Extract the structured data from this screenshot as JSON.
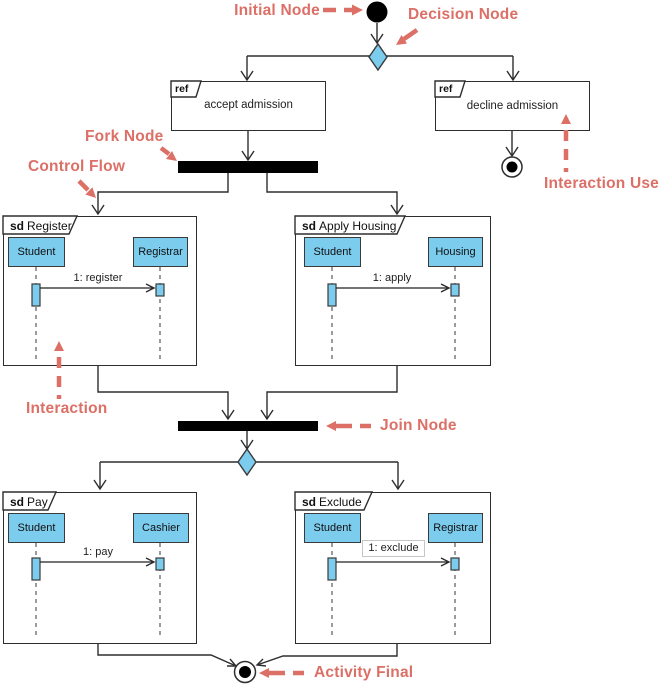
{
  "annotations": {
    "initial_node": "Initial Node",
    "decision_node": "Decision Node",
    "fork_node": "Fork Node",
    "control_flow": "Control Flow",
    "interaction_use": "Interaction Use",
    "interaction": "Interaction",
    "join_node": "Join Node",
    "activity_final": "Activity Final"
  },
  "refs": [
    {
      "keyword": "ref",
      "name": "accept admission"
    },
    {
      "keyword": "ref",
      "name": "decline admission"
    }
  ],
  "frames": [
    {
      "keyword": "sd",
      "title": "Register",
      "left_lifeline": "Student",
      "right_lifeline": "Registrar",
      "message": "1: register"
    },
    {
      "keyword": "sd",
      "title": "Apply Housing",
      "left_lifeline": "Student",
      "right_lifeline": "Housing",
      "message": "1: apply"
    },
    {
      "keyword": "sd",
      "title": "Pay",
      "left_lifeline": "Student",
      "right_lifeline": "Cashier",
      "message": "1: pay"
    },
    {
      "keyword": "sd",
      "title": "Exclude",
      "left_lifeline": "Student",
      "right_lifeline": "Registrar",
      "message": "1: exclude"
    }
  ],
  "colors": {
    "annotation": "#dc7067",
    "node_fill": "#7cccee",
    "line": "#2e2e2e"
  }
}
